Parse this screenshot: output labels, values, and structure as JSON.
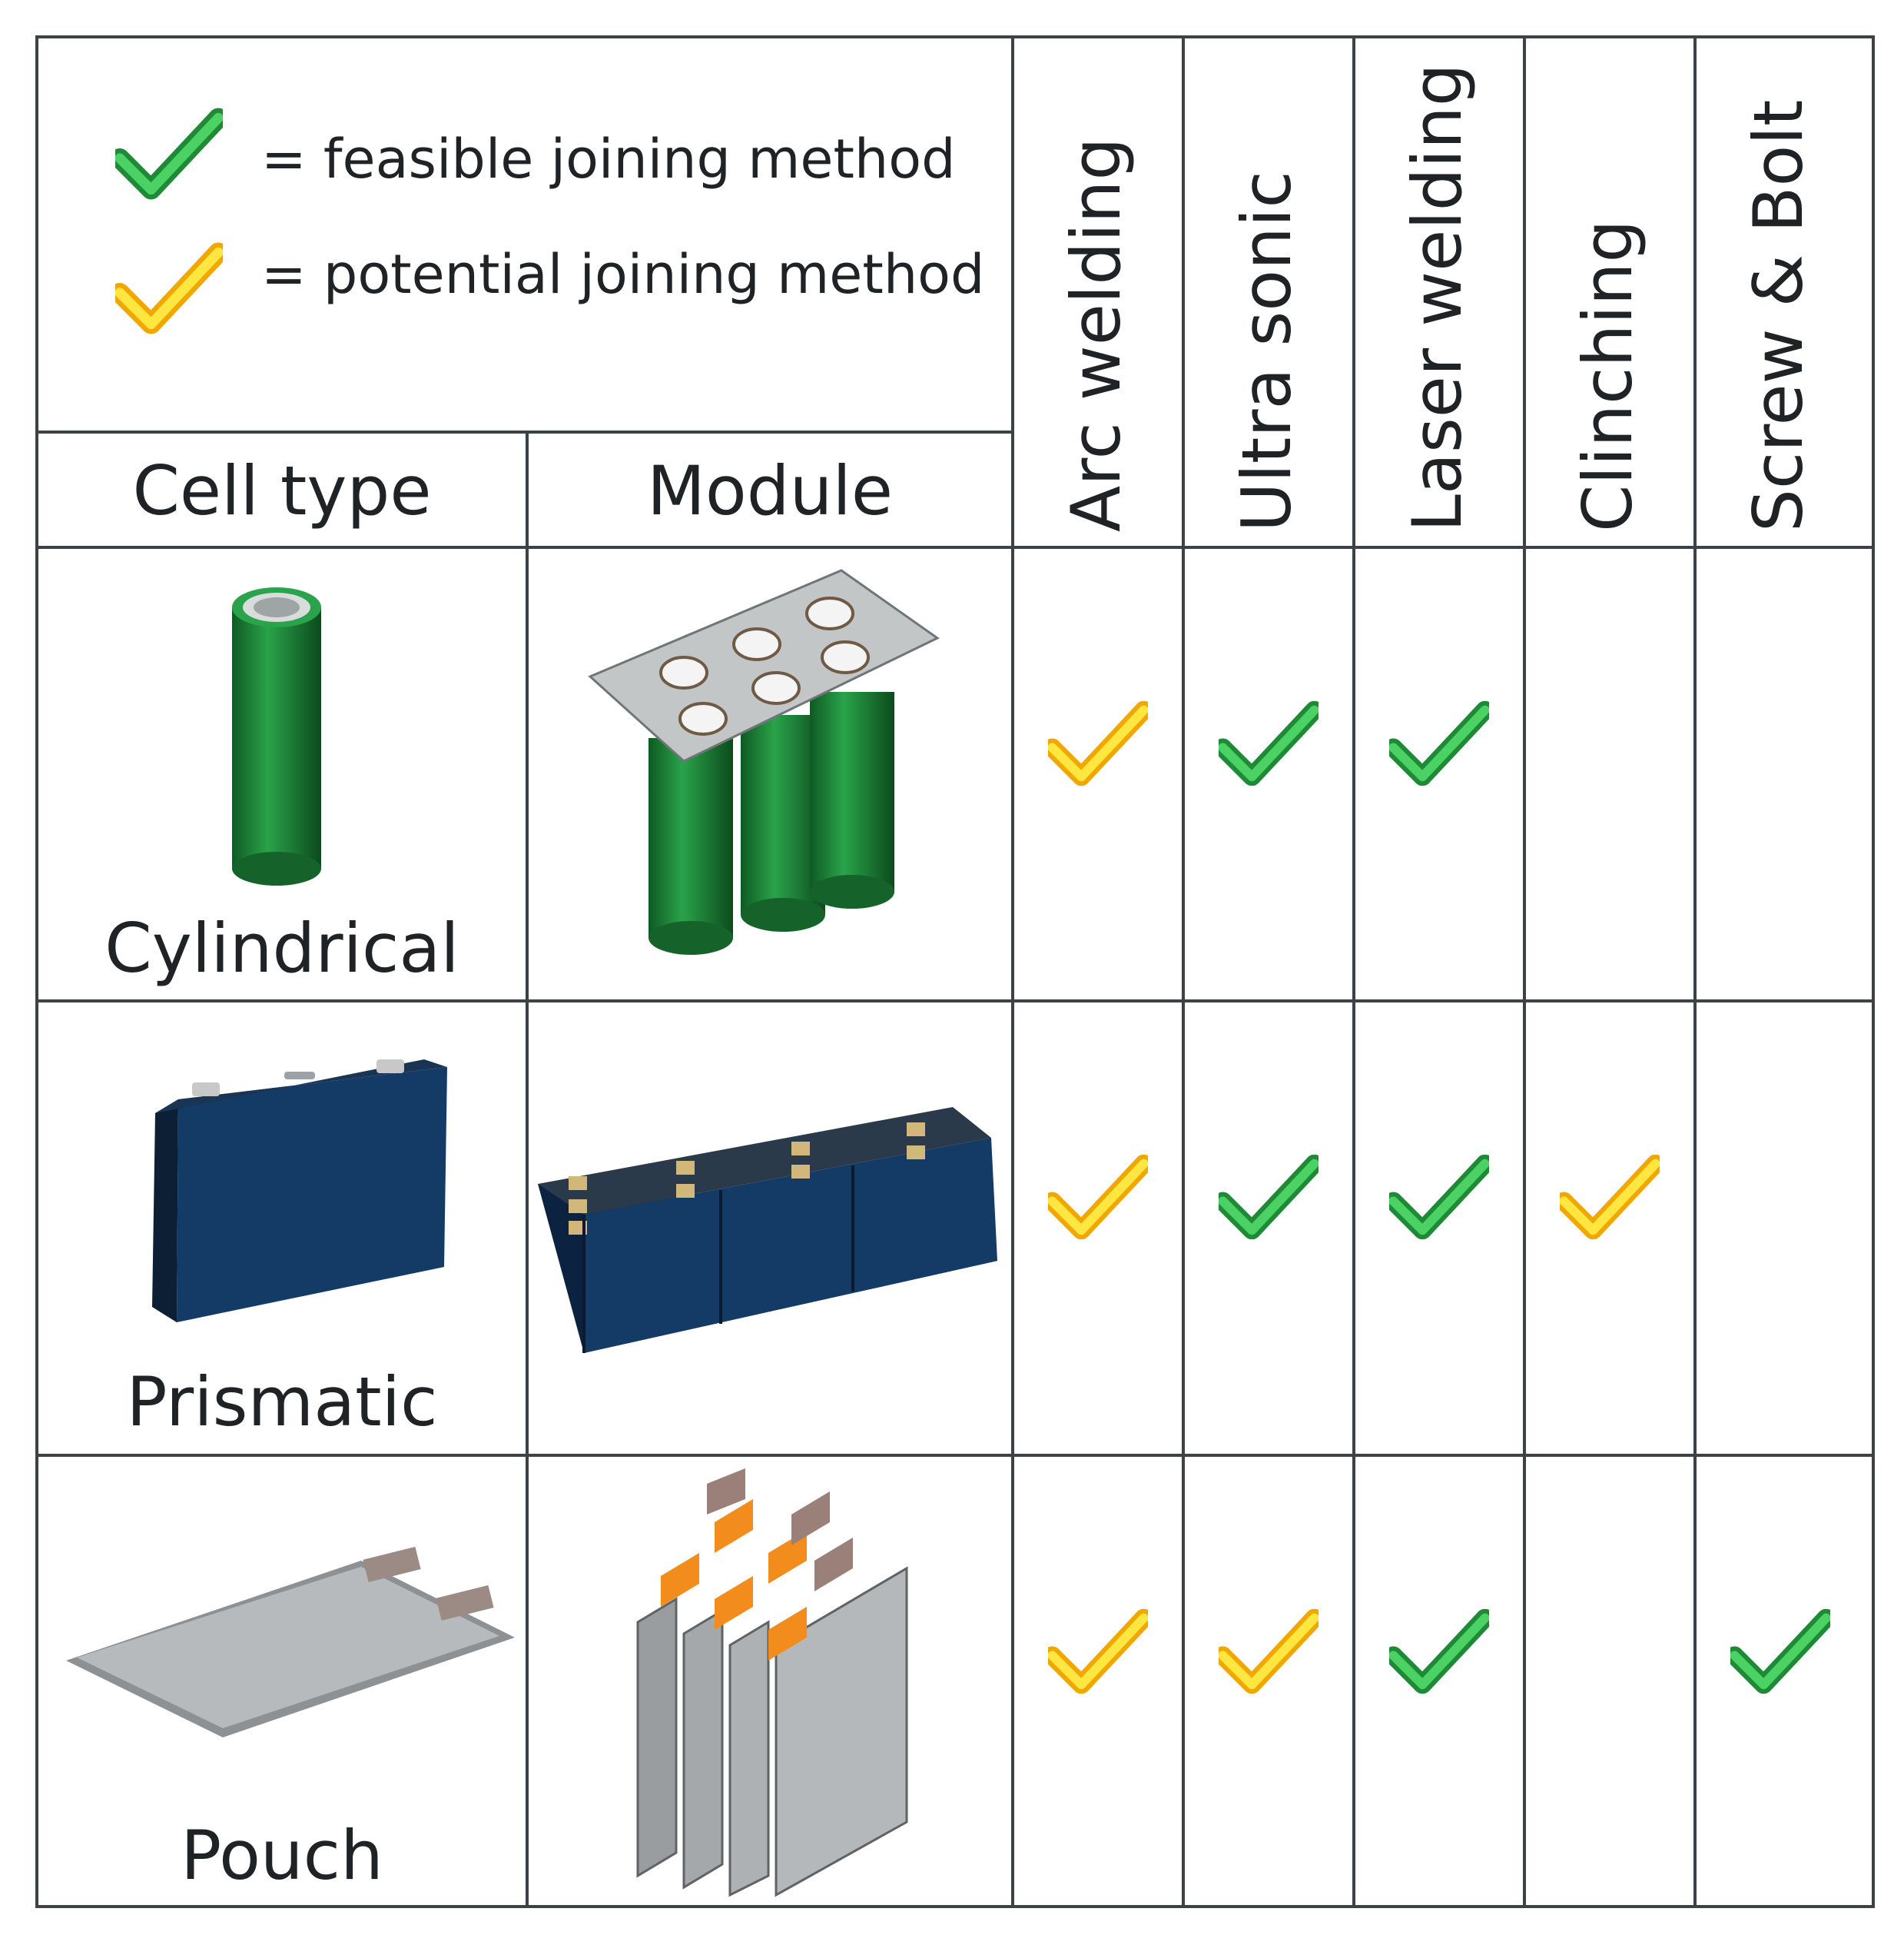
{
  "legend": {
    "feasible": {
      "label": "= feasible joining method",
      "icon": "green-check-icon",
      "color": "#2db84b"
    },
    "potential": {
      "label": "= potential joining method",
      "icon": "yellow-check-icon",
      "color": "#ffd400"
    }
  },
  "headers": {
    "cell_type": "Cell type",
    "module": "Module",
    "methods": [
      "Arc welding",
      "Ultra sonic",
      "Laser welding",
      "Clinching",
      "Screw & Bolt"
    ]
  },
  "rows": [
    {
      "cell_type": "Cylindrical",
      "cell_icon": "cylindrical-cell-icon",
      "module_icon": "cylindrical-module-icon",
      "marks": [
        "potential",
        "feasible",
        "feasible",
        "",
        ""
      ]
    },
    {
      "cell_type": "Prismatic",
      "cell_icon": "prismatic-cell-icon",
      "module_icon": "prismatic-module-icon",
      "marks": [
        "potential",
        "feasible",
        "feasible",
        "potential",
        ""
      ]
    },
    {
      "cell_type": "Pouch",
      "cell_icon": "pouch-cell-icon",
      "module_icon": "pouch-module-icon",
      "marks": [
        "potential",
        "potential",
        "feasible",
        "",
        "feasible"
      ]
    }
  ]
}
